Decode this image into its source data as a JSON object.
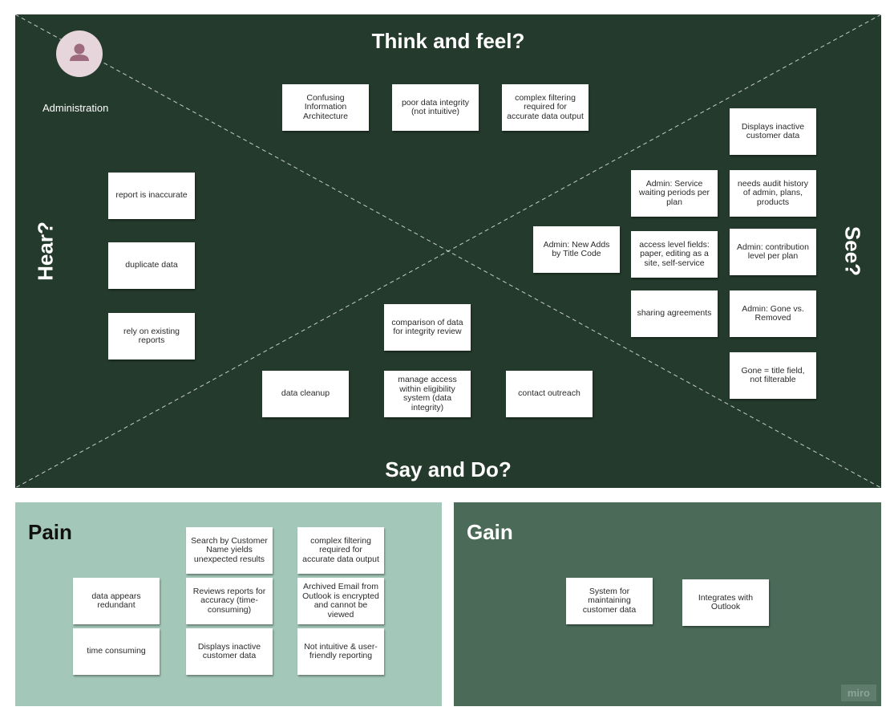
{
  "colors": {
    "empathy_bg": "#243a2c",
    "pain_bg": "#a3c7b8",
    "gain_bg": "#4b6b58"
  },
  "persona": {
    "icon": "user-icon",
    "label": "Administration"
  },
  "quadrants": {
    "think_feel": "Think and feel?",
    "hear": "Hear?",
    "see": "See?",
    "say_do": "Say and Do?"
  },
  "notes": {
    "think_feel": [
      "Confusing Information Architecture",
      "poor data integrity (not intuitive)",
      "complex filtering required for accurate data output"
    ],
    "hear": [
      "report is inaccurate",
      "duplicate data",
      "rely on existing reports"
    ],
    "see": [
      "Displays inactive customer data",
      "Admin: Service waiting periods per plan",
      "needs audit history of admin, plans, products",
      "Admin: New Adds by Title Code",
      "access level fields: paper, editing as a site, self-service",
      "Admin: contribution level per plan",
      "sharing agreements",
      "Admin: Gone vs. Removed",
      "Gone = title field, not filterable"
    ],
    "say_do": [
      "comparison of data for integrity review",
      "data cleanup",
      "manage access within eligibility system (data integrity)",
      "contact outreach"
    ]
  },
  "pain": {
    "title": "Pain",
    "notes": [
      "Search by Customer Name yields unexpected results",
      "complex filtering required for accurate data output",
      "data appears redundant",
      "Reviews reports for accuracy (time-consuming)",
      "Archived Email from Outlook is encrypted and cannot be viewed",
      "time consuming",
      "Displays inactive customer data",
      "Not intuitive & user-friendly reporting"
    ]
  },
  "gain": {
    "title": "Gain",
    "notes": [
      "System for maintaining customer data",
      "Integrates with Outlook"
    ],
    "watermark": "miro"
  }
}
